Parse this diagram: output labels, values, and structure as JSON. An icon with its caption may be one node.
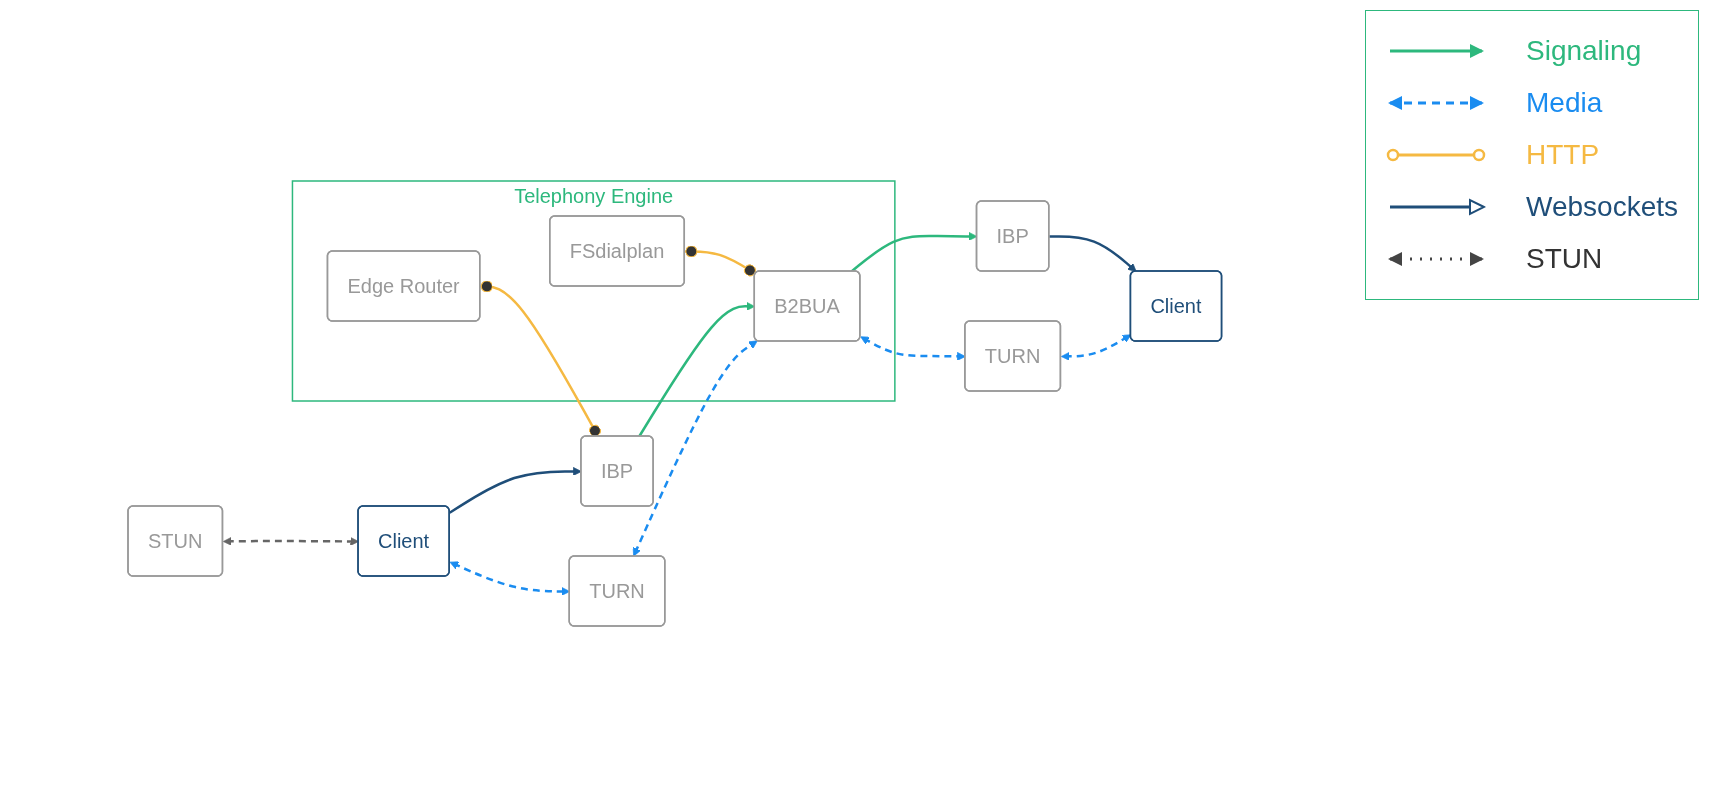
{
  "diagram": {
    "nodes": [
      {
        "text": [
          "Telephony Engine"
        ]
      },
      {
        "text": [
          "STUN"
        ]
      },
      {
        "text": [
          "Edge Router"
        ],
        "in": 0
      },
      {
        "text": [
          "FSdialplan"
        ],
        "in": 0
      },
      {
        "text": [
          "Client"
        ]
      },
      {
        "text": [
          "IBP"
        ]
      },
      {
        "text": [
          "B2BUA"
        ],
        "in": 0
      },
      {
        "text": [
          "IBP"
        ]
      },
      {
        "text": [
          "Client"
        ]
      },
      {
        "text": [
          "TURN"
        ]
      },
      {
        "text": [
          "TURN"
        ]
      }
    ],
    "edges": [
      {
        "from": 1,
        "to": 4,
        "arrow": "both",
        "style": "dashed",
        "color": "#666666"
      },
      {
        "from": 2,
        "to": 5,
        "arrow": "other",
        "color": "#f5b942"
      },
      {
        "from": 3,
        "to": 6,
        "arrow": "other",
        "color": "#f5b942"
      },
      {
        "from": 4,
        "to": 5,
        "arrow": "to",
        "color": "#1f4e79"
      },
      {
        "from": 5,
        "to": 6,
        "arrow": "to",
        "color": "#2db87d"
      },
      {
        "from": 6,
        "to": 7,
        "arrow": "to",
        "color": "#2db87d"
      },
      {
        "from": 7,
        "to": 8,
        "arrow": "to",
        "color": "#1f4e79"
      },
      {
        "from": 4,
        "to": 9,
        "arrow": "both",
        "style": "dashed",
        "color": "#1a8cf0"
      },
      {
        "from": 9,
        "to": 6,
        "arrow": "both",
        "style": "dashed",
        "color": "#1a8cf0"
      },
      {
        "from": 6,
        "to": 10,
        "arrow": "both",
        "style": "dashed",
        "color": "#1a8cf0"
      },
      {
        "from": 10,
        "to": 8,
        "arrow": "both",
        "style": "dashed",
        "color": "#1a8cf0"
      }
    ],
    "legend": [
      {
        "text": "Signaling"
      },
      {
        "text": "Media"
      },
      {
        "text": "HTTP"
      },
      {
        "text": "Websockets"
      },
      {
        "text": "STUN"
      }
    ]
  }
}
